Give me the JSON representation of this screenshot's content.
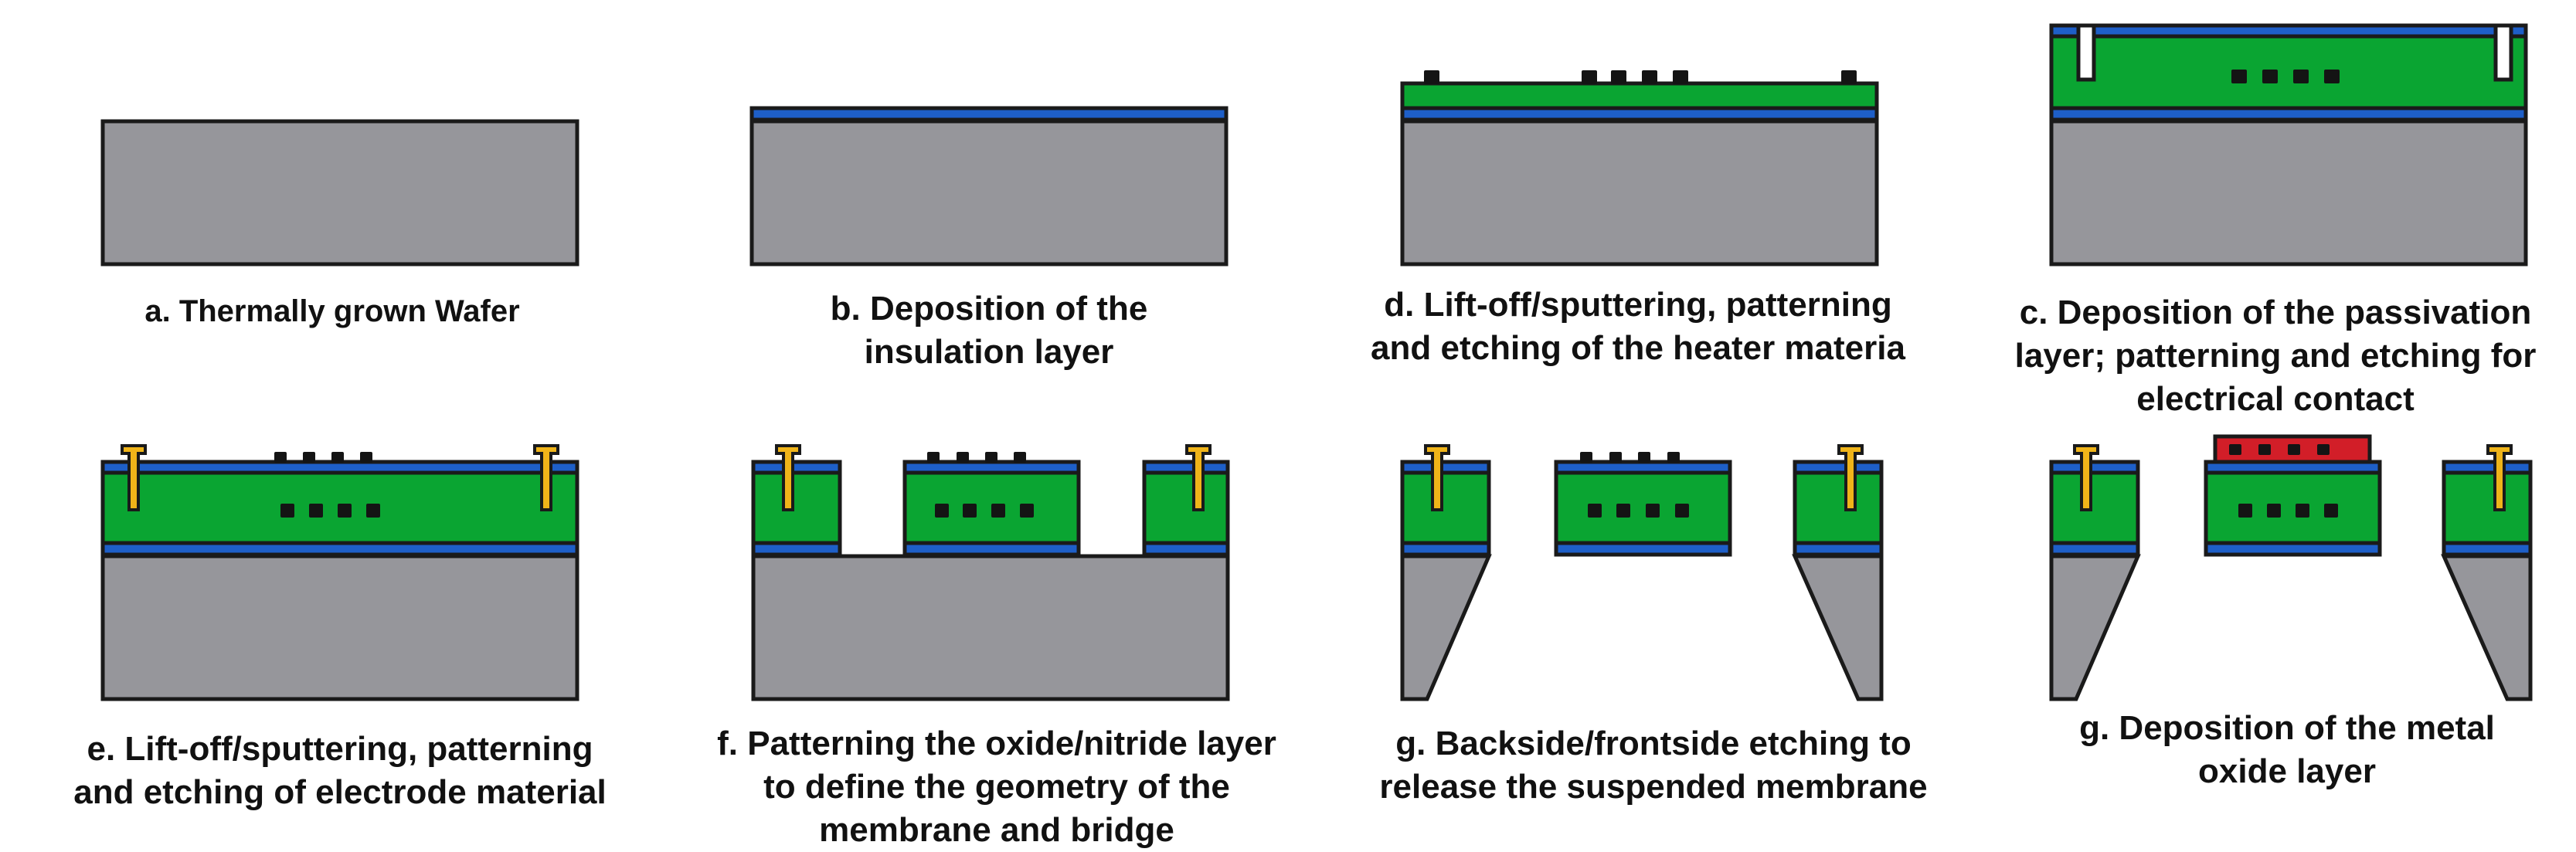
{
  "colors": {
    "substrate": "#96969b",
    "insulation": "#1e5fc8",
    "passivation": "#0aa532",
    "heater": "#141414",
    "electrode": "#f0b419",
    "metal_oxide": "#d21e28",
    "outline": "#1a1a1a"
  },
  "steps": [
    {
      "id": "a",
      "caption": [
        "a. Thermally grown Wafer"
      ]
    },
    {
      "id": "b",
      "caption": [
        "b. Deposition of the",
        "insulation layer"
      ]
    },
    {
      "id": "d",
      "caption": [
        "d. Lift-off/sputtering, patterning",
        "and etching of the heater materia"
      ]
    },
    {
      "id": "c",
      "caption": [
        "c. Deposition of the passivation",
        "layer; patterning and etching for",
        "electrical contact"
      ]
    },
    {
      "id": "e",
      "caption": [
        "e. Lift-off/sputtering, patterning",
        "and etching of electrode material"
      ]
    },
    {
      "id": "f",
      "caption": [
        "f. Patterning the oxide/nitride layer",
        "to define the geometry of the",
        "membrane and bridge"
      ]
    },
    {
      "id": "g1",
      "caption": [
        "g. Backside/frontside etching to",
        "release the suspended membrane"
      ]
    },
    {
      "id": "g2",
      "caption": [
        "g. Deposition of the metal",
        "oxide layer"
      ]
    }
  ]
}
